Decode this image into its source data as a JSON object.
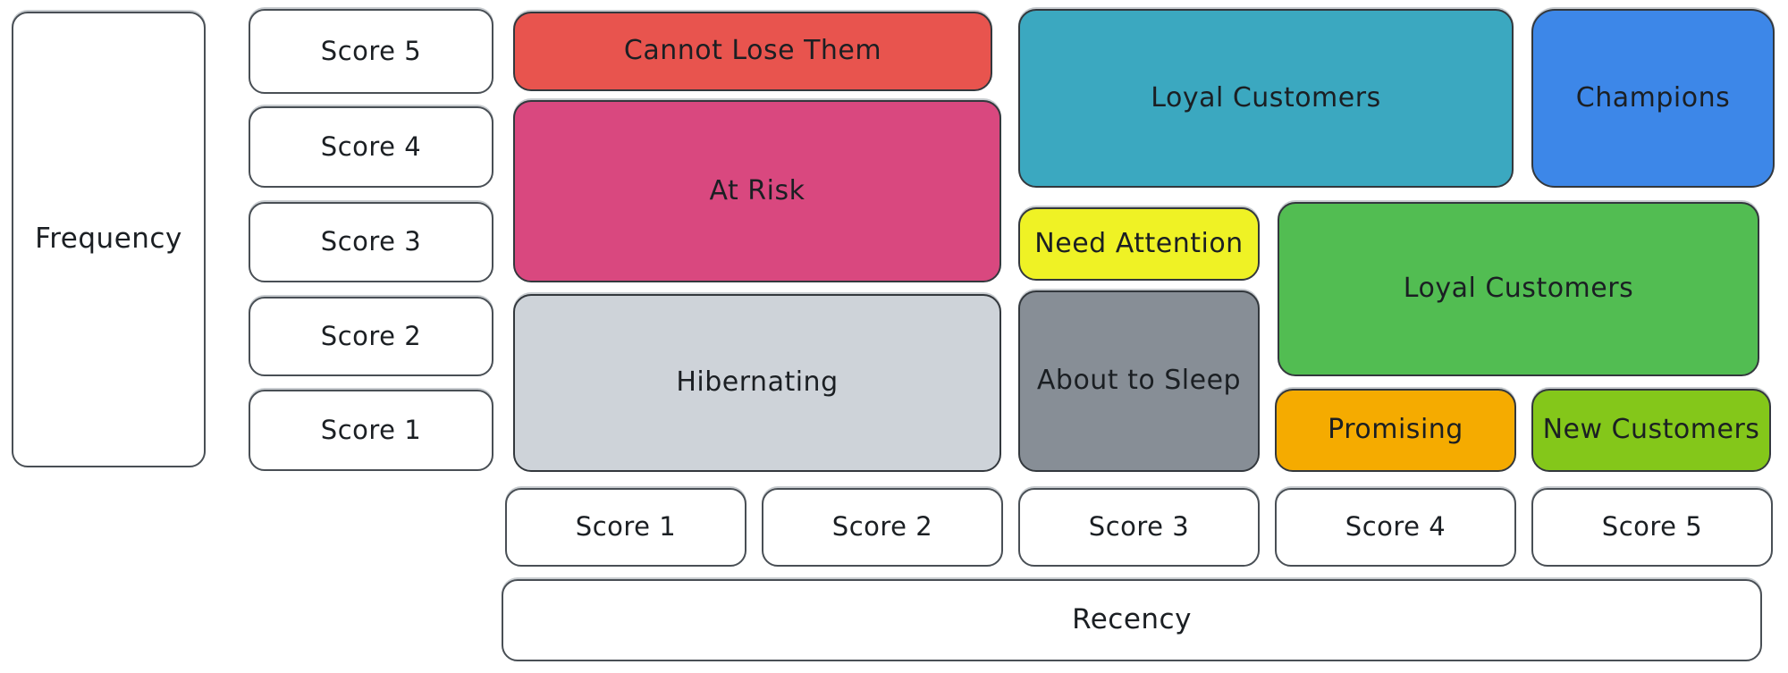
{
  "diagram": {
    "kind": "rfm-customer-segmentation-matrix",
    "background_color": "#ffffff",
    "box_border_color": "#33383d",
    "y_axis": {
      "label": "Frequency",
      "scores": [
        "Score 5",
        "Score 4",
        "Score 3",
        "Score 2",
        "Score 1"
      ]
    },
    "x_axis": {
      "label": "Recency",
      "scores": [
        "Score 1",
        "Score 2",
        "Score 3",
        "Score 4",
        "Score 5"
      ]
    },
    "segments": [
      {
        "label": "Cannot Lose Them",
        "color": "#e8544e",
        "recency_scores": [
          1,
          2
        ],
        "frequency_scores": [
          5
        ]
      },
      {
        "label": "At Risk",
        "color": "#d9487f",
        "recency_scores": [
          1,
          2
        ],
        "frequency_scores": [
          3,
          4
        ]
      },
      {
        "label": "Hibernating",
        "color": "#ced3d9",
        "recency_scores": [
          1,
          2
        ],
        "frequency_scores": [
          1,
          2
        ]
      },
      {
        "label": "Loyal Customers",
        "color": "#3ba8c0",
        "recency_scores": [
          3,
          4
        ],
        "frequency_scores": [
          4,
          5
        ]
      },
      {
        "label": "Champions",
        "color": "#3d87e8",
        "recency_scores": [
          5
        ],
        "frequency_scores": [
          4,
          5
        ]
      },
      {
        "label": "Need Attention",
        "color": "#eff225",
        "recency_scores": [
          3
        ],
        "frequency_scores": [
          3
        ]
      },
      {
        "label": "About to Sleep",
        "color": "#878e96",
        "recency_scores": [
          3
        ],
        "frequency_scores": [
          1,
          2
        ]
      },
      {
        "label": "Loyal Customers",
        "color": "#52bd52",
        "recency_scores": [
          4,
          5
        ],
        "frequency_scores": [
          2,
          3
        ]
      },
      {
        "label": "Promising",
        "color": "#f5ab00",
        "recency_scores": [
          4
        ],
        "frequency_scores": [
          1
        ]
      },
      {
        "label": "New Customers",
        "color": "#84c71a",
        "recency_scores": [
          5
        ],
        "frequency_scores": [
          1
        ]
      }
    ]
  }
}
